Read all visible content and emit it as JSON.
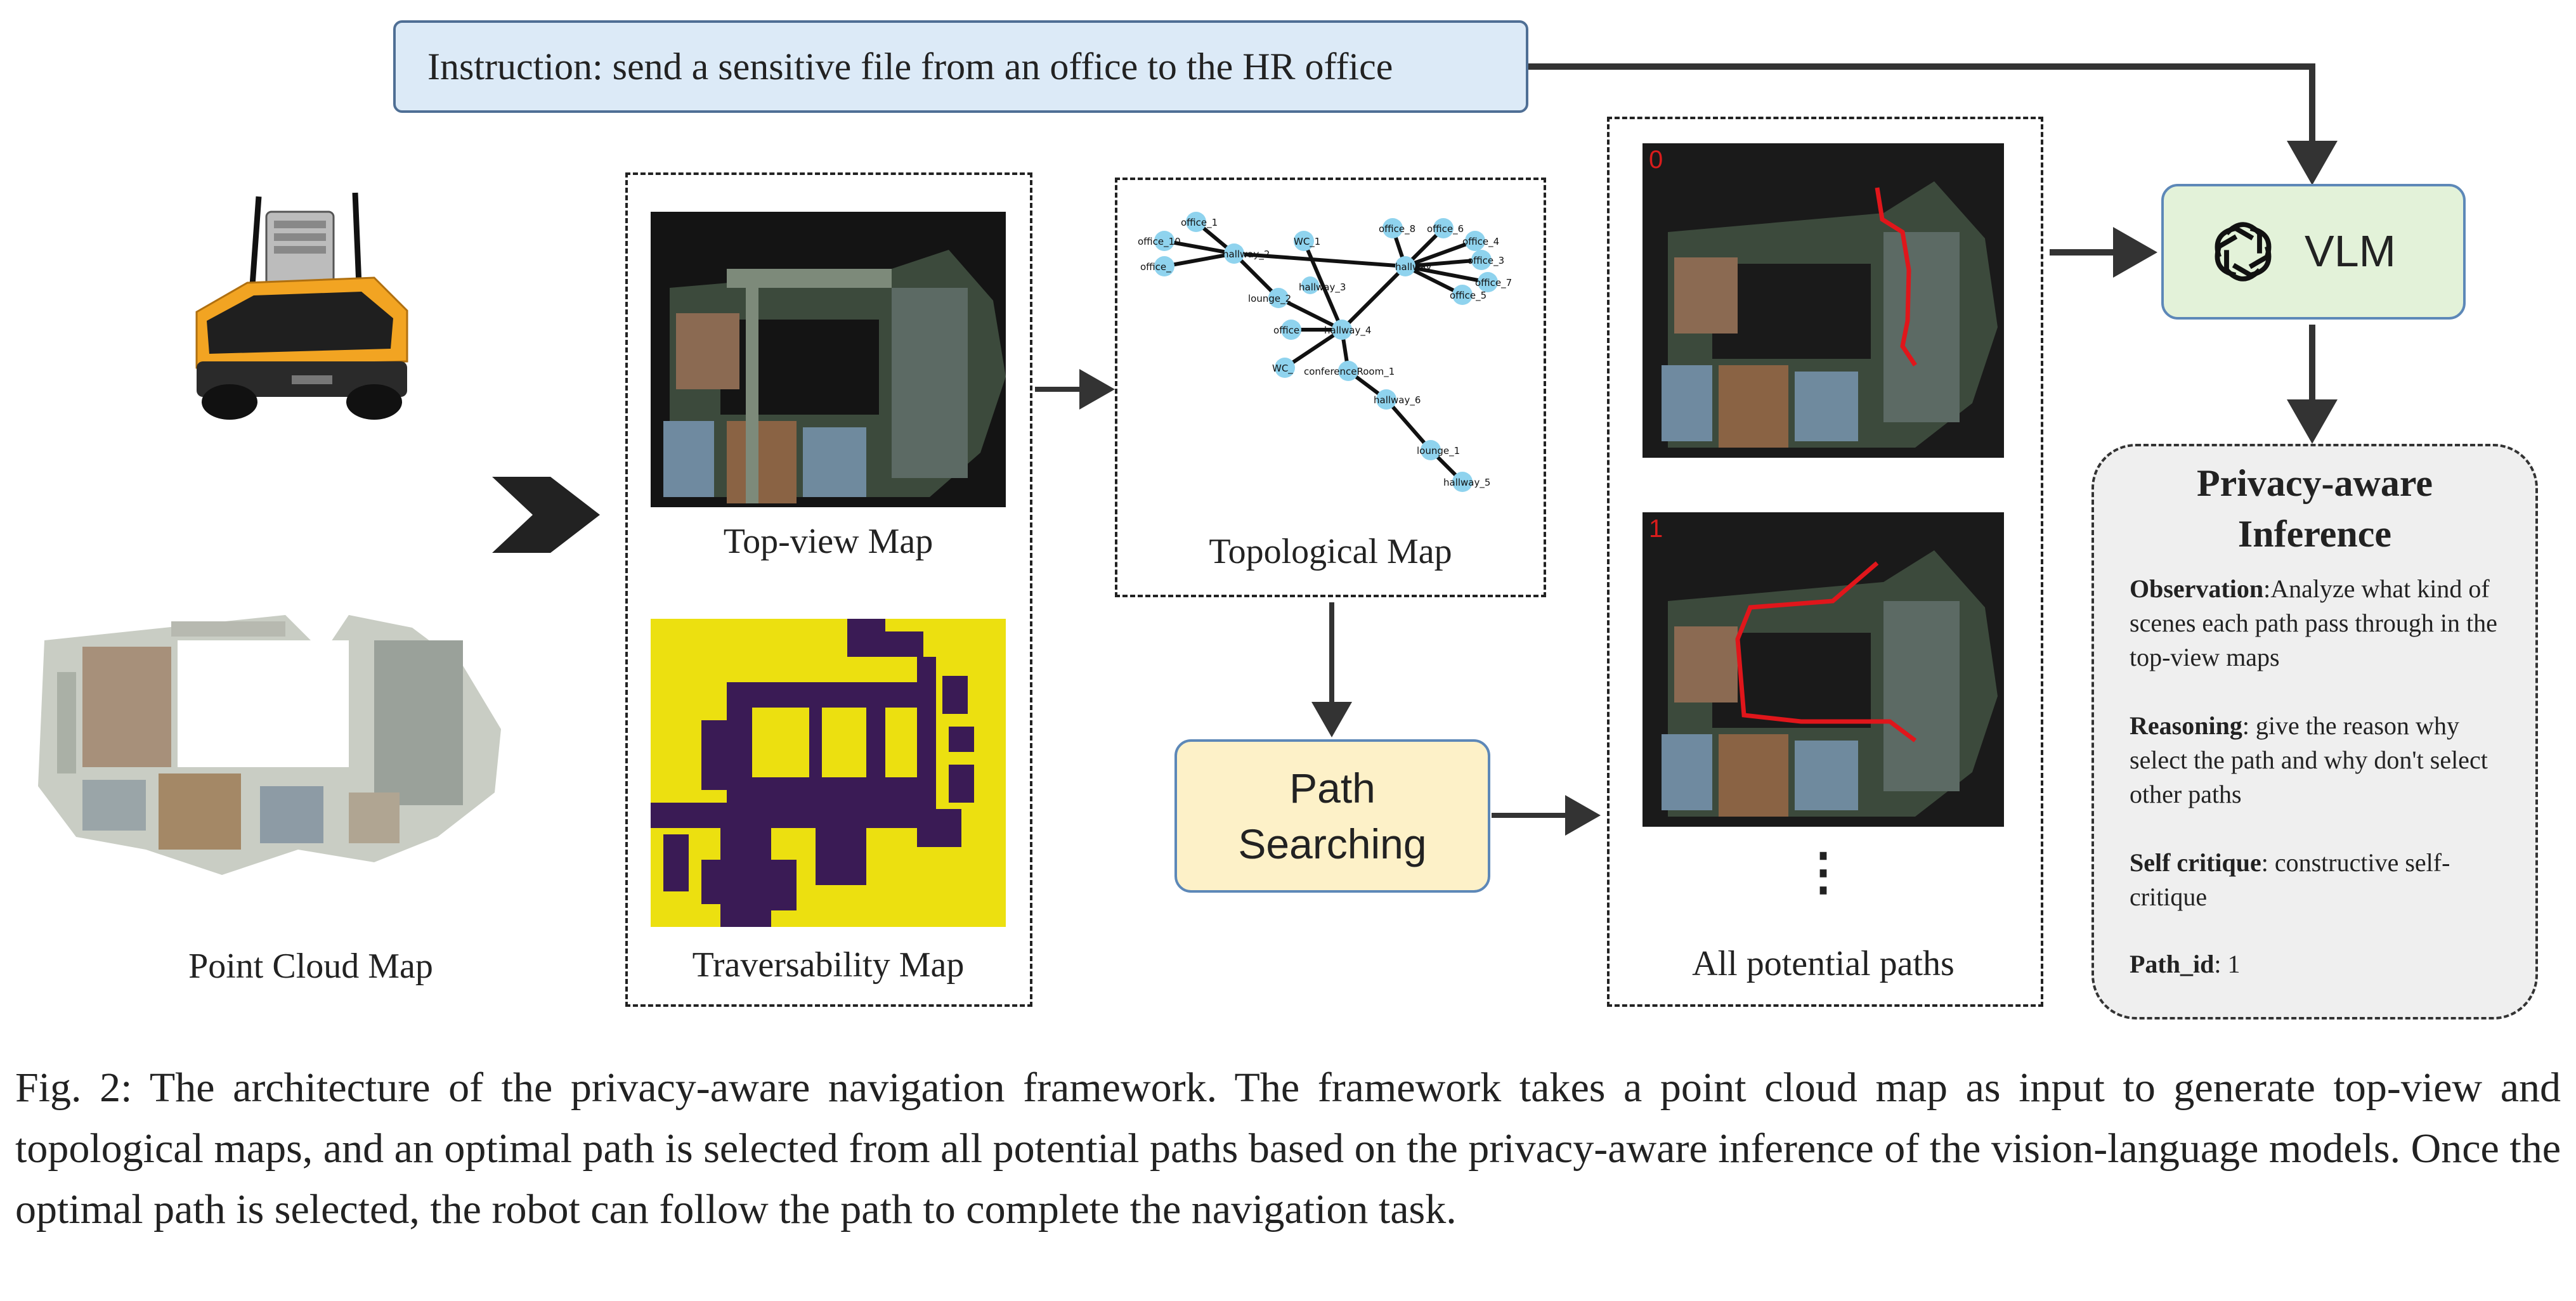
{
  "instruction": "Instruction: send a sensitive file from an office to the HR office",
  "labels": {
    "point_cloud": "Point Cloud Map",
    "top_view": "Top-view Map",
    "traversability": "Traversability Map",
    "topological": "Topological Map",
    "all_paths": "All potential paths"
  },
  "path_searching": [
    "Path",
    "Searching"
  ],
  "vlm": "VLM",
  "path_ids": [
    "0",
    "1"
  ],
  "ellipsis": "⋮",
  "inference": {
    "title": [
      "Privacy-aware",
      "Inference"
    ],
    "observation_key": "Observation",
    "observation_text": ":Analyze what kind of scenes each path pass through in the top-view maps",
    "reasoning_key": "Reasoning",
    "reasoning_text": ": give the reason why select the path and why don't select other paths",
    "critique_key": "Self critique",
    "critique_text": ": constructive self-critique",
    "pathid_key": "Path_id",
    "pathid_text": ": 1"
  },
  "graph_nodes": {
    "office_1": "office_1",
    "office_10": "office_10",
    "office_": "office_",
    "hallway_2": "hallway_2",
    "WC_1": "WC_1",
    "hallway_3": "hallway_3",
    "lounge_2": "lounge_2",
    "office_8": "office_8",
    "office_6": "office_6",
    "office_4": "office_4",
    "office_3": "office_3",
    "office_7": "office_7",
    "office_5": "office_5",
    "hallway": "hallway",
    "office_2": "office",
    "hallway_4": "hallway_4",
    "WC_2": "WC_",
    "conferenceRoom_1": "conferenceRoom_1",
    "hallway_6": "hallway_6",
    "lounge_1": "lounge_1",
    "hallway_5": "hallway_5"
  },
  "caption": "Fig. 2: The architecture of the privacy-aware navigation framework. The framework takes a point cloud map as input to generate top-view and topological maps, and an optimal path is selected from all potential paths based on the privacy-aware inference of the vision-language models. Once the optimal path is selected, the robot can follow the path to complete the navigation task.",
  "colors": {
    "instruction_bg": "#dceaf7",
    "vlm_bg": "#e3f2d9",
    "path_box_bg": "#fdf1c8",
    "inference_bg": "#efefef",
    "traversability_free": "#ece010",
    "traversability_obstacle": "#3a1b55",
    "node": "#8fd3ee",
    "path_line": "#e0161b"
  }
}
